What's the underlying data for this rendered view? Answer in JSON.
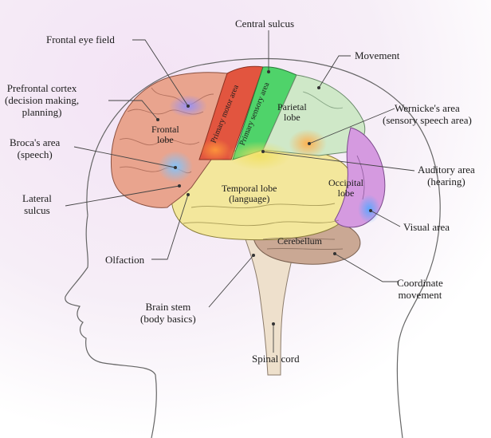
{
  "colors": {
    "background_wash": "#f1e4f1",
    "frontal_lobe": "#e9a48e",
    "primary_motor": "#e2553f",
    "primary_sensory": "#4fd36a",
    "parietal_lobe": "#cfe8c8",
    "temporal_lobe": "#f3e79c",
    "occipital_lobe": "#d59ae0",
    "cerebellum": "#caa894",
    "brain_stem": "#eee0cc",
    "broca_spot": "#7fc4ff",
    "wernicke_spot": "#ffae4a",
    "eye_field_spot": "#8f8fff",
    "visual_spot": "#5aa6ff",
    "outline": "#5a5a5a"
  },
  "outer_labels": {
    "frontal_eye_field": [
      "Frontal eye field"
    ],
    "central_sulcus": [
      "Central sulcus"
    ],
    "movement": [
      "Movement"
    ],
    "prefrontal_cortex": [
      "Prefrontal cortex",
      "(decision making,",
      "planning)"
    ],
    "wernickes_area": [
      "Wernicke's area",
      "(sensory speech area)"
    ],
    "brocas_area": [
      "Broca's area",
      "(speech)"
    ],
    "auditory_area": [
      "Auditory area",
      "(hearing)"
    ],
    "lateral_sulcus": [
      "Lateral",
      "sulcus"
    ],
    "visual_area": [
      "Visual area"
    ],
    "olfaction": [
      "Olfaction"
    ],
    "coordinate_movement": [
      "Coordinate",
      "movement"
    ],
    "brain_stem": [
      "Brain stem",
      "(body basics)"
    ],
    "spinal_cord": [
      "Spinal cord"
    ]
  },
  "inner_labels": {
    "frontal_lobe": [
      "Frontal",
      "lobe"
    ],
    "primary_motor_area": "Primary motor area",
    "primary_sensory_area": "Primary sensory area",
    "parietal_lobe": [
      "Parietal",
      "lobe"
    ],
    "temporal_lobe": [
      "Temporal lobe",
      "(language)"
    ],
    "occipital_lobe": [
      "Occipital",
      "lobe"
    ],
    "cerebellum": "Cerebellum"
  }
}
